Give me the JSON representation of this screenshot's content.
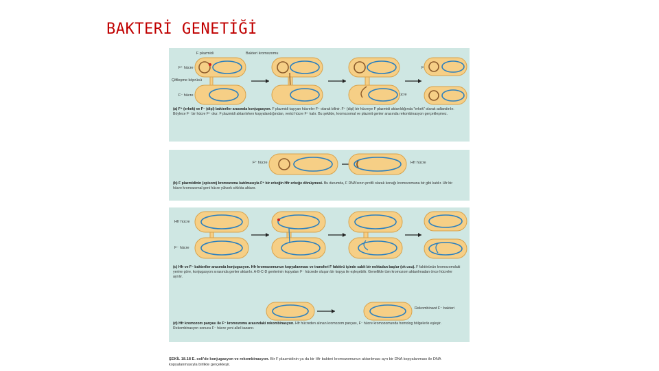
{
  "page": {
    "title": "BAKTERİ GENETİĞİ"
  },
  "panel_a": {
    "label_f_plasmid": "F plazmidi",
    "label_chromosome": "Bakteri kromozomu",
    "label_f_plus_left": "F⁺ hücre",
    "label_pilus": "Çiftleşme köprüsü",
    "label_f_minus_left": "F⁻ hücre",
    "label_f_plus_right_top": "F⁺ hücre",
    "label_f_plus_right_bottom": "F⁺ hücre",
    "caption_bold": "(a) F⁺ (erkek) ve F⁻ (dişi) bakteriler arasında konjugasyon.",
    "caption_rest": "F plazmidi taşıyan hücreler F⁺ olarak bilinir. F⁺ (dişi) bir hücreye F plazmidi aktarıldığında \"erkek\" olarak adlandırılır. Böylece F⁻ bir hücre F⁺ olur. F plazmidi aktarılırken kopyalandığından, verici hücre F⁺ kalır. Bu şekilde, kromozomal ve plazmit genler arasında rekombinasyon gerçekleşmez."
  },
  "panel_b": {
    "label_f_plus": "F⁺ hücre",
    "label_hfr": "Hfr hücre",
    "caption_bold": "(b) F plazmidinin (episom) kromozoma katılmasıyla F⁺ bir erkeğin Hfr erkeğe dönüşmesi.",
    "caption_rest": "Bu durumda, F DNA'sının profili olarak konağı kromozomuna bir gibi katılır. Hfr bir hücre kromozomal geni hücre yüksek sıklıkta aktarır."
  },
  "panel_c": {
    "label_hfr": "Hfr hücre",
    "label_f_minus": "F⁻ hücre",
    "caption_bold": "(c) Hfr ve F⁻ bakteriler arasında konjugasyon. Hfr kromozomunun kopyalanması ve transferi F faktörü içinde sabit bir noktadan başlar (ok ucu).",
    "caption_rest": "F faktörünün kromozomdaki yerine göre, konjugasyon sırasında genler aktarılır. A-B-C-D genlerinin kopyaları F⁻ hücrede oluşan bir kopya ile eşleşebilir. Genellikle tüm kromozom aktarılmadan önce hücreler ayrılır."
  },
  "panel_d": {
    "label_recombinant": "Rekombinant F⁻ bakteri",
    "caption_bold": "(d) Hfr kromozom parçası ile F⁻ kromozomu arasındaki rekombinasyon.",
    "caption_rest": "Hfr hücreden alınan kromozom parçası, F⁻ hücre kromozomunda homolog bölgelerle eşleşir. Rekombinasyon sonucu F⁻ hücre yeni allel kazanır."
  },
  "figure_caption": {
    "bold": "ŞEKİL 18.18 E. coli'de konjugasyon ve rekombinasyon.",
    "rest": "Bir F plazmidinin ya da bir Hfr bakteri kromozomunun aktarılması ayrı bir DNA kopyalanması ile DNA kopyalanmasıyla birlikte gerçekleşir."
  },
  "colors": {
    "title": "#c00000",
    "panel_bg": "#cfe7e3",
    "cell_fill": "#f6cf86",
    "cell_stroke": "#d8a24a",
    "chromosome": "#2a7fbf",
    "plasmid": "#8a5a2b",
    "arrow": "#222222",
    "marker": "#d0201e"
  }
}
